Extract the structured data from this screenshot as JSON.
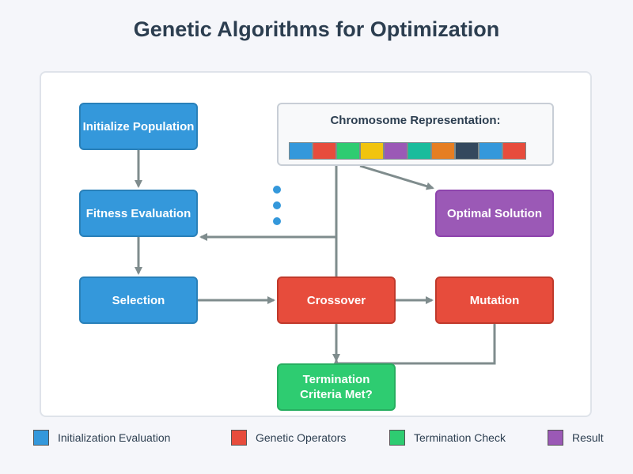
{
  "title": "Genetic Algorithms for Optimization",
  "nodes": {
    "init": "Initialize Population",
    "fitness": "Fitness Evaluation",
    "selection": "Selection",
    "crossover": "Crossover",
    "mutation": "Mutation",
    "termination": "Termination Criteria Met?",
    "optimal": "Optimal Solution"
  },
  "chromosome": {
    "label": "Chromosome Representation:",
    "gene_colors": [
      "#3498db",
      "#e74c3c",
      "#2ecc71",
      "#f1c40f",
      "#9b59b6",
      "#1abc9c",
      "#e67e22",
      "#34495e",
      "#3498db",
      "#e74c3c"
    ]
  },
  "legend": [
    {
      "label": "Initialization Evaluation",
      "color": "#3498db"
    },
    {
      "label": "Genetic Operators",
      "color": "#e74c3c"
    },
    {
      "label": "Termination Check",
      "color": "#2ecc71"
    },
    {
      "label": "Result",
      "color": "#9b59b6"
    }
  ]
}
